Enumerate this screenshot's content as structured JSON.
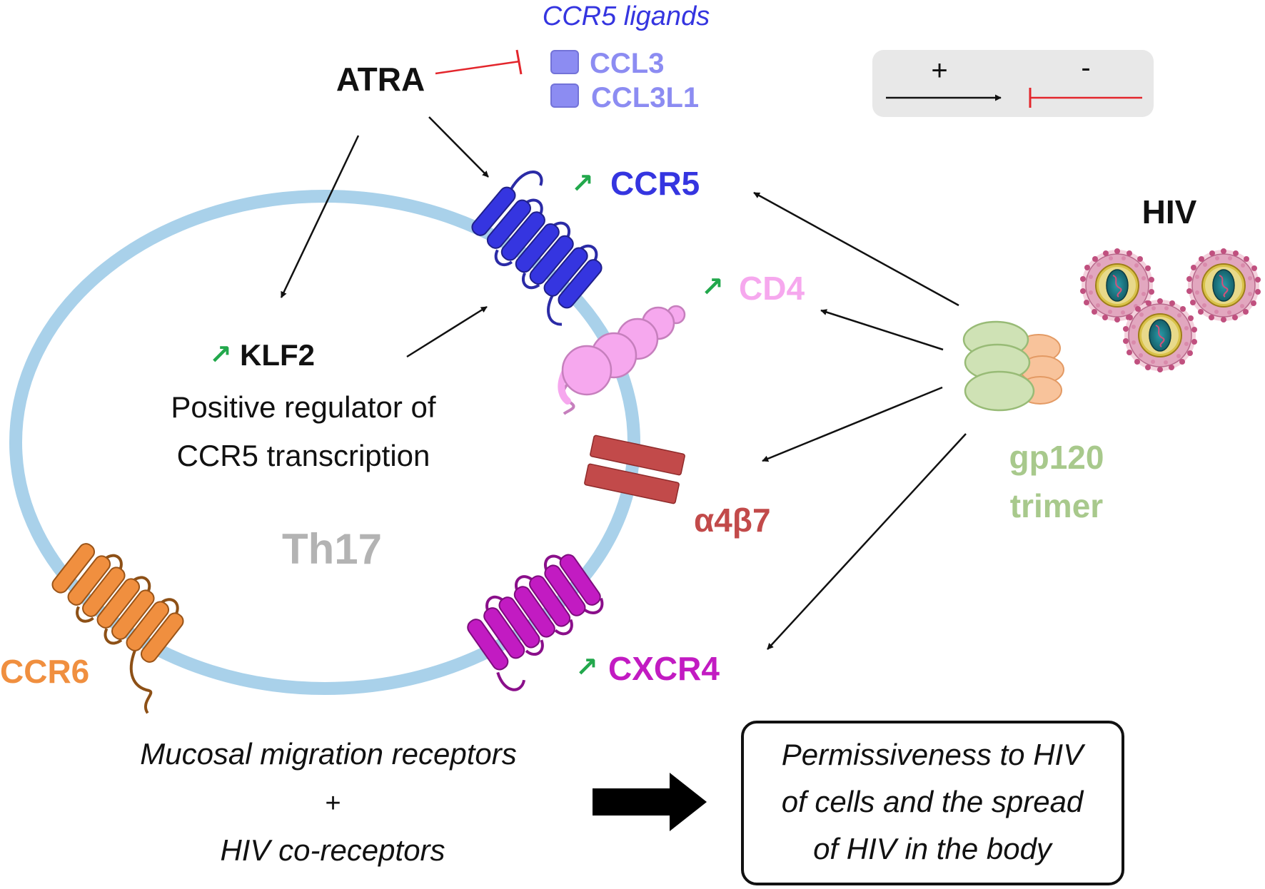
{
  "ligands": {
    "title": "CCR5 ligands",
    "items": [
      "CCL3",
      "CCL3L1"
    ]
  },
  "atra": "ATRA",
  "legend": {
    "plus": "+",
    "minus": "-"
  },
  "receptors": {
    "ccr5": "CCR5",
    "cd4": "CD4",
    "a4b7": "α4β7",
    "cxcr4": "CXCR4",
    "ccr6": "CCR6"
  },
  "up_arrow": "↗",
  "klf2": {
    "name": "KLF2",
    "line1": "Positive regulator of",
    "line2": "CCR5 transcription"
  },
  "cell": "Th17",
  "hiv": "HIV",
  "gp120": {
    "line1": "gp120",
    "line2": "trimer"
  },
  "bottom": {
    "line1": "Mucosal migration receptors",
    "plus": "+",
    "line3": "HIV co-receptors"
  },
  "result": {
    "line1": "Permissiveness to HIV",
    "line2": "of cells and the spread",
    "line3": "of HIV in the body"
  },
  "colors": {
    "ccr5": "#3535e0",
    "ligand": "#8c8cf2",
    "cd4": "#f6a8ee",
    "a4b7": "#c24a4a",
    "cxcr4": "#c21bc2",
    "ccr6": "#f08f3f",
    "gp120": "#a8c98c",
    "membrane": "#a9d1ea",
    "th17": "#b3b3b3",
    "up": "#22a84c",
    "inhibit": "#e3262c"
  }
}
